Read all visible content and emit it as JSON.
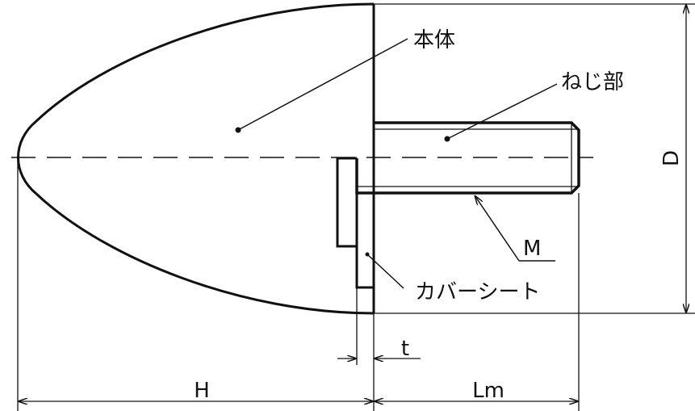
{
  "labels": {
    "body": "本体",
    "thread": "ねじ部",
    "cover_sheet": "カバーシート",
    "thread_size": "M"
  },
  "dimensions": {
    "diameter": "D",
    "height": "H",
    "thread_length": "Lm",
    "sheet_thickness": "t"
  },
  "colors": {
    "line": "#111111",
    "background": "#ffffff"
  }
}
